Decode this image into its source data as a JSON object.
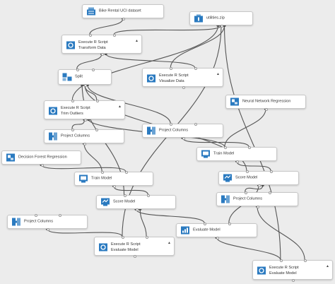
{
  "canvas": {
    "background": "#ececec",
    "edge_color": "#555555",
    "icon_color": "#2a7ac0"
  },
  "nodes": [
    {
      "id": "bike-rental-uci-dataset",
      "label": "Bike Rental UCI dataset",
      "icon": "dataset-icon"
    },
    {
      "id": "utilities-zip",
      "label": "utilities.zip",
      "icon": "zip-icon"
    },
    {
      "id": "execute-r-script-transform-data",
      "label": "Execute R Script",
      "sublabel": "Transform Data",
      "icon": "r-script-icon",
      "toggle": "▲"
    },
    {
      "id": "split",
      "label": "Split",
      "icon": "split-icon"
    },
    {
      "id": "execute-r-script-visualize-data",
      "label": "Execute R Script",
      "sublabel": "Visualize Data",
      "icon": "r-script-icon",
      "toggle": "▲"
    },
    {
      "id": "execute-r-script-trim-outliers",
      "label": "Execute R Script",
      "sublabel": "Trim Outliers",
      "icon": "r-script-icon",
      "toggle": "▲"
    },
    {
      "id": "neural-network-regression",
      "label": "Neural Network Regression",
      "icon": "model-icon"
    },
    {
      "id": "project-columns-1",
      "label": "Project Columns",
      "icon": "project-columns-icon"
    },
    {
      "id": "project-columns-2",
      "label": "Project Columns",
      "icon": "project-columns-icon"
    },
    {
      "id": "decision-forest-regression",
      "label": "Decision Forest Regression",
      "icon": "model-icon"
    },
    {
      "id": "train-model-1",
      "label": "Train Model",
      "icon": "train-icon"
    },
    {
      "id": "train-model-2",
      "label": "Train Model",
      "icon": "train-icon"
    },
    {
      "id": "score-model-2",
      "label": "Score Model",
      "icon": "score-icon"
    },
    {
      "id": "project-columns-3",
      "label": "Project Columns",
      "icon": "project-columns-icon"
    },
    {
      "id": "score-model-1",
      "label": "Score Model",
      "icon": "score-icon"
    },
    {
      "id": "project-columns-4",
      "label": "Project Columns",
      "icon": "project-columns-icon"
    },
    {
      "id": "evaluate-model",
      "label": "Evaluate Model",
      "icon": "evaluate-icon"
    },
    {
      "id": "execute-r-script-evaluate-model-1",
      "label": "Execute R Script",
      "sublabel": "Evaluate Model",
      "icon": "r-script-icon",
      "toggle": "▲"
    },
    {
      "id": "execute-r-script-evaluate-model-2",
      "label": "Execute R Script",
      "sublabel": "Evaluate Model",
      "icon": "r-script-icon",
      "toggle": "▲"
    }
  ],
  "connections": [
    [
      "bike-rental-uci-dataset",
      "execute-r-script-transform-data"
    ],
    [
      "utilities-zip",
      "execute-r-script-transform-data"
    ],
    [
      "utilities-zip",
      "execute-r-script-visualize-data"
    ],
    [
      "utilities-zip",
      "execute-r-script-trim-outliers"
    ],
    [
      "utilities-zip",
      "execute-r-script-evaluate-model-1"
    ],
    [
      "utilities-zip",
      "execute-r-script-evaluate-model-2"
    ],
    [
      "execute-r-script-transform-data",
      "split"
    ],
    [
      "execute-r-script-transform-data",
      "execute-r-script-visualize-data"
    ],
    [
      "split",
      "execute-r-script-trim-outliers"
    ],
    [
      "split",
      "project-columns-2"
    ],
    [
      "split",
      "score-model-1"
    ],
    [
      "split",
      "score-model-2"
    ],
    [
      "execute-r-script-trim-outliers",
      "project-columns-1"
    ],
    [
      "execute-r-script-trim-outliers",
      "train-model-2"
    ],
    [
      "project-columns-1",
      "train-model-1"
    ],
    [
      "project-columns-2",
      "train-model-2"
    ],
    [
      "decision-forest-regression",
      "train-model-1"
    ],
    [
      "neural-network-regression",
      "train-model-2"
    ],
    [
      "train-model-1",
      "score-model-1"
    ],
    [
      "train-model-2",
      "score-model-2"
    ],
    [
      "score-model-1",
      "evaluate-model"
    ],
    [
      "score-model-1",
      "execute-r-script-evaluate-model-1"
    ],
    [
      "score-model-2",
      "evaluate-model"
    ],
    [
      "score-model-2",
      "project-columns-3"
    ],
    [
      "project-columns-3",
      "execute-r-script-evaluate-model-2"
    ],
    [
      "project-columns-4",
      "execute-r-script-evaluate-model-1"
    ],
    [
      "evaluate-model",
      "execute-r-script-evaluate-model-2"
    ]
  ]
}
